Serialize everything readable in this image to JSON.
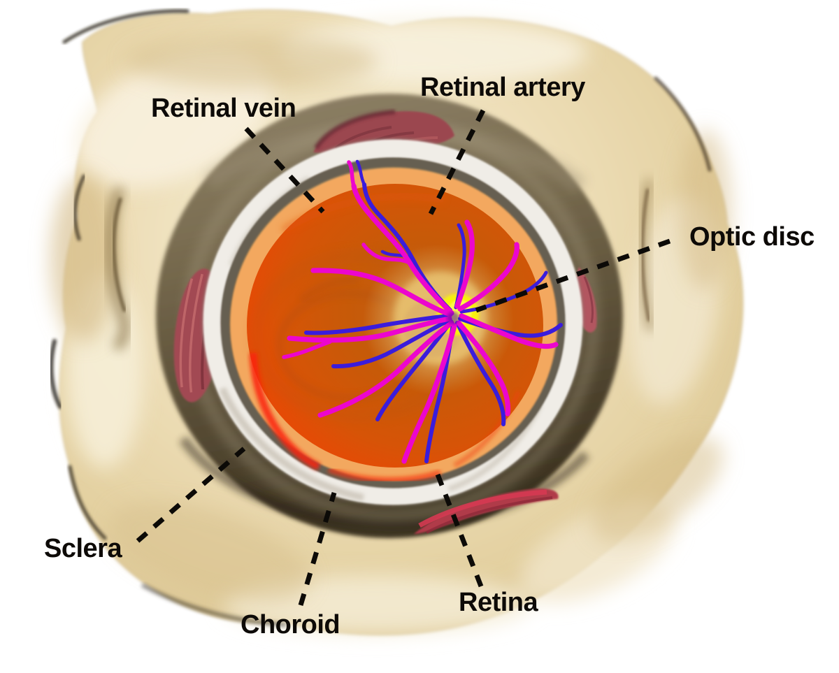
{
  "labels": {
    "retinal_vein": "Retinal vein",
    "retinal_artery": "Retinal artery",
    "optic_disc": "Optic disc",
    "sclera": "Sclera",
    "choroid": "Choroid",
    "retina": "Retina"
  },
  "colors": {
    "background": "#ffffff",
    "label_text": "#0d0a07",
    "leader_line": "#0c0a07",
    "sclera_cream": "#ead8ae",
    "sclera_highlight": "#f7f0dc",
    "choroid_olive": "#75684c",
    "choroid_dark": "#3f3523",
    "muscle_red": "#a24a53",
    "muscle_bright_red": "#d63a52",
    "sclera_cut_ring_white": "#f0ede7",
    "inner_ring_gray": "#665e51",
    "retina_rim_orange": "#f3a85e",
    "fundus_orange": "#d65407",
    "fundus_red_edge": "#f82007",
    "optic_disc_halo": "#e7c06e",
    "optic_disc_yellow": "#f8f107",
    "retinal_artery_magenta": "#ec06ce",
    "retinal_vein_blue": "#3a1cdc"
  }
}
